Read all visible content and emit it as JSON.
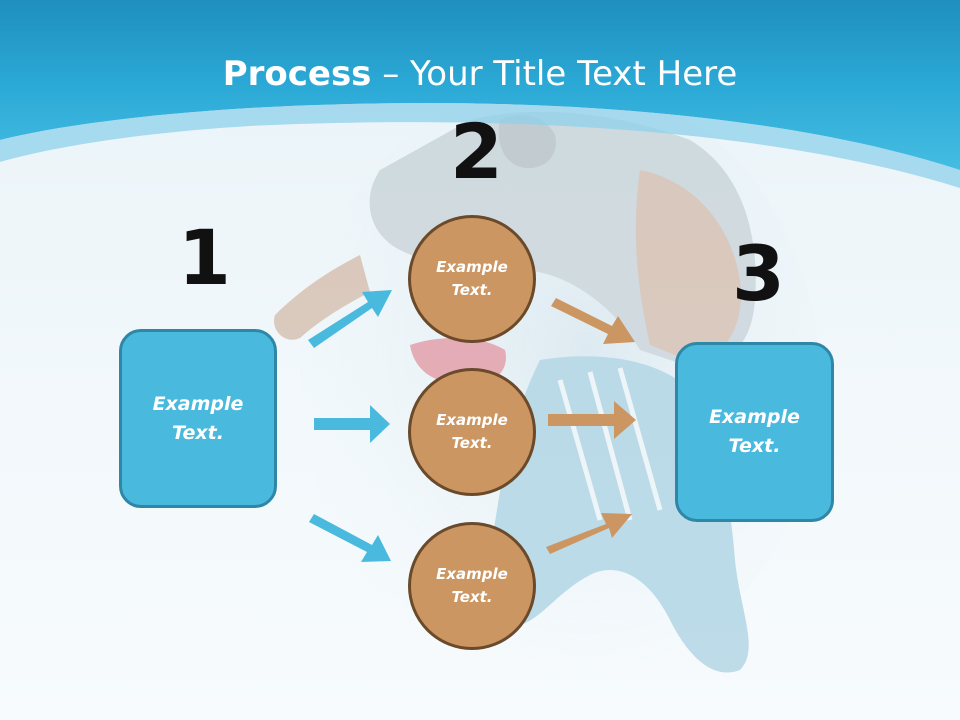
{
  "slide": {
    "title_strong": "Process",
    "title_rest": " – Your Title Text Here"
  },
  "steps": {
    "one": "1",
    "two": "2",
    "three": "3"
  },
  "left_box": {
    "text_line1": "Example",
    "text_line2": "Text."
  },
  "circles": [
    {
      "line1": "Example",
      "line2": "Text."
    },
    {
      "line1": "Example",
      "line2": "Text."
    },
    {
      "line1": "Example",
      "line2": "Text."
    }
  ],
  "right_box": {
    "text_line1": "Example",
    "text_line2": "Text."
  },
  "colors": {
    "header_blue": "#2ba9d6",
    "box_blue": "#4ab9de",
    "box_border": "#2f87a8",
    "circle_fill": "#cc9662",
    "circle_border": "#6a4a2a",
    "arrow_blue": "#4ab9de",
    "arrow_brown": "#cc9662"
  }
}
